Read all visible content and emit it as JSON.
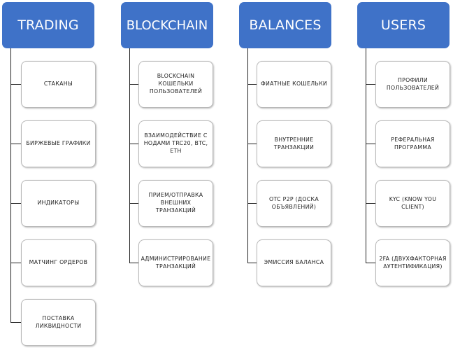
{
  "columns": [
    {
      "header": "TRADING",
      "items": [
        "СТАКАНЫ",
        "БИРЖЕВЫЕ ГРАФИКИ",
        "ИНДИКАТОРЫ",
        "МАТЧИНГ ОРДЕРОВ",
        "ПОСТАВКА\nЛИКВИДНОСТИ"
      ]
    },
    {
      "header": "BLOCKCHAIN",
      "items": [
        "BLOCKCHAIN КОШЕЛЬКИ\nПОЛЬЗОВАТЕЛЕЙ",
        "ВЗАИМОДЕЙСТВИЕ С\nНОДАМИ TRC20, BTC,\nETH",
        "ПРИЕМ/ОТПРАВКА\nВНЕШНИХ ТРАНЗАКЦИЙ",
        "АДМИНИСТРИРОВАНИЕ\nТРАНЗАКЦИЙ"
      ]
    },
    {
      "header": "BALANCES",
      "items": [
        "ФИАТНЫЕ КОШЕЛЬКИ",
        "ВНУТРЕННИЕ\nТРАНЗАКЦИИ",
        "OTC P2P (ДОСКА\nОБЪЯВЛЕНИЙ)",
        "ЭМИССИЯ БАЛАНСА"
      ]
    },
    {
      "header": "USERS",
      "items": [
        "ПРОФИЛИ\nПОЛЬЗОВАТЕЛЕЙ",
        "РЕФЕРАЛЬНАЯ\nПРОГРАММА",
        "KYC (KNOW YOU CLIENT)",
        "2FA (ДВУХФАКТОРНАЯ\nАУТЕНТИФИКАЦИЯ)"
      ]
    }
  ],
  "colors": {
    "header_bg": "#3f72c8",
    "header_text": "#ffffff",
    "box_border": "#b8b8b8",
    "connector": "#222222"
  }
}
